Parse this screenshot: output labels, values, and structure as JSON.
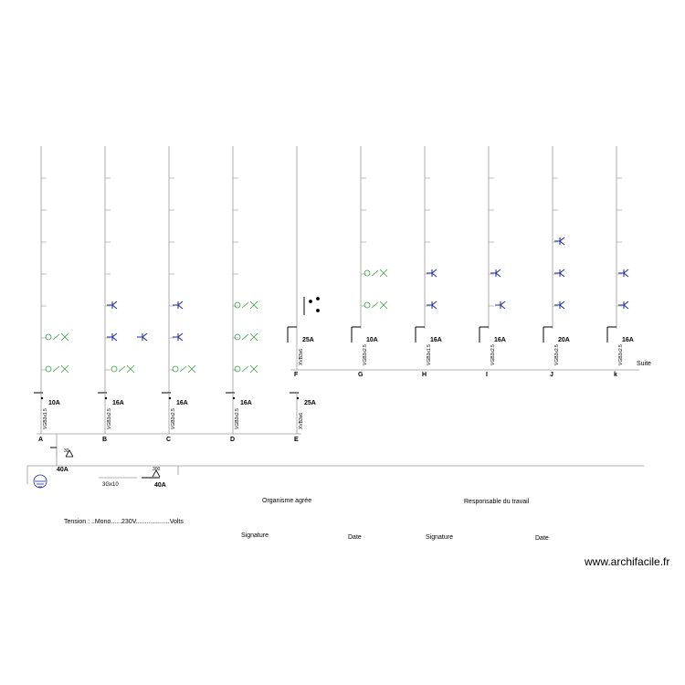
{
  "circuits_bottom": [
    {
      "letter": "A",
      "rating": "10A",
      "cable": "VGB3x1.5"
    },
    {
      "letter": "B",
      "rating": "16A",
      "cable": "VGB3x2.5"
    },
    {
      "letter": "C",
      "rating": "16A",
      "cable": "VGB3x2.5"
    },
    {
      "letter": "D",
      "rating": "16A",
      "cable": "VGB3x2.5"
    },
    {
      "letter": "E",
      "rating": "25A",
      "cable": "XVB3x6"
    }
  ],
  "circuits_top": [
    {
      "letter": "F",
      "rating": "25A",
      "cable": "XVB3x6"
    },
    {
      "letter": "G",
      "rating": "10A",
      "cable": "VGB3x2.5"
    },
    {
      "letter": "H",
      "rating": "16A",
      "cable": "VGB3x1.5"
    },
    {
      "letter": "I",
      "rating": "16A",
      "cable": "VGB3x2.5"
    },
    {
      "letter": "J",
      "rating": "20A",
      "cable": "VGB3x2.5"
    },
    {
      "letter": "k",
      "rating": "16A",
      "cable": "VGB3x2.5"
    }
  ],
  "suite_label": "Suite",
  "main_breaker": {
    "rating": "40A",
    "sensitivity": "30"
  },
  "supply": {
    "cable": "3Gx10",
    "rating": "40A",
    "sensitivity": "300"
  },
  "labels": {
    "organisme": "Organisme agrée",
    "responsable": "Responsable du travail",
    "tension": "Tension : ..Mono......230V...................Volts",
    "signature_1": "Signature",
    "date_1": "Date",
    "signature_2": "Signature",
    "date_2": "Date"
  },
  "watermark": "www.archifacile.fr",
  "colors": {
    "line": "#999999",
    "socket": "#1a2aa0",
    "light": "#2e9e3a",
    "text": "#000000"
  }
}
